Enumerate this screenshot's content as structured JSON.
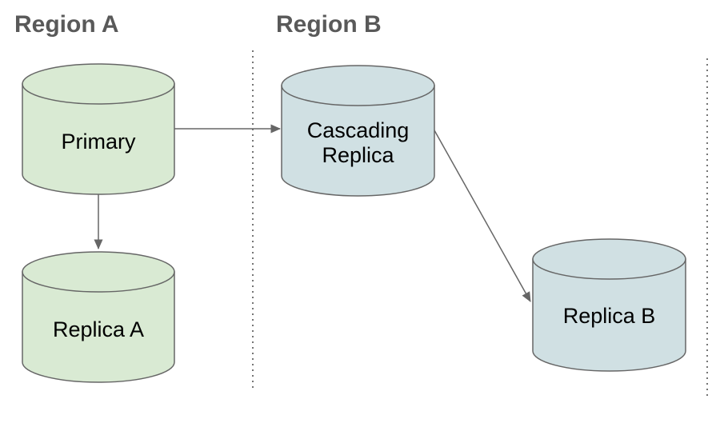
{
  "diagram": {
    "type": "database-replication-topology",
    "regions": {
      "a": {
        "label": "Region A"
      },
      "b": {
        "label": "Region B"
      }
    },
    "nodes": {
      "primary": {
        "label": "Primary",
        "shape": "database-cylinder",
        "region": "Region A"
      },
      "replica_a": {
        "label": "Replica A",
        "shape": "database-cylinder",
        "region": "Region A"
      },
      "cascading_replica": {
        "label_line1": "Cascading",
        "label_line2": "Replica",
        "shape": "database-cylinder",
        "region": "Region B"
      },
      "replica_b": {
        "label": "Replica B",
        "shape": "database-cylinder",
        "region": "Region B"
      }
    },
    "edges": [
      {
        "from": "Primary",
        "to": "Cascading Replica"
      },
      {
        "from": "Primary",
        "to": "Replica A"
      },
      {
        "from": "Cascading Replica",
        "to": "Replica B"
      }
    ],
    "colors": {
      "region_a_node_fill": "#d9ead3",
      "region_b_node_fill": "#d0e0e3",
      "shape_stroke": "#666666",
      "arrow": "#666666",
      "boundary_line": "#757575",
      "title_text": "#595959",
      "node_text": "#000000",
      "background": "#ffffff"
    }
  }
}
